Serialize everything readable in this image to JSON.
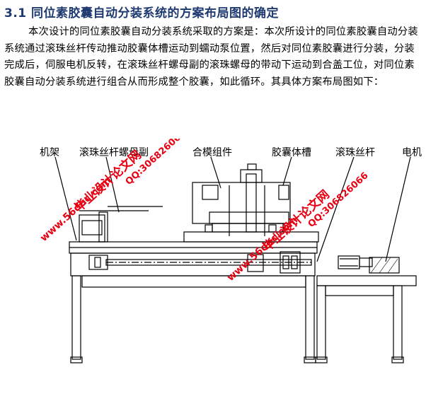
{
  "heading": "3.1 同位素胶囊自动分装系统的方案布局图的确定",
  "paragraph": "本次设计的同位素胶囊自动分装系统采取的方案是：本次所设计的同位素胶囊自动分装系统通过滚珠丝杆传动推动胶囊体槽运动到蠕动泵位置，然后对同位素胶囊进行分装，分装完成后，伺服电机反转，在滚珠丝杆螺母副的滚珠螺母的带动下运动到合盖工位，对同位素胶囊自动分装系统进行组合从而形成整个胶囊，如此循环。其具体方案布局图如下：",
  "figure": {
    "labels": {
      "frame": "机架",
      "ball_screw_nut": "滚珠丝杆螺母副",
      "closing_assembly": "合模组件",
      "capsule_slot": "胶囊体槽",
      "ball_screw": "滚珠丝杆",
      "motor": "电机"
    },
    "watermarks": {
      "site": "www.56doc.com",
      "qq": "QQ:306826066",
      "brand": "毕业设计论文网"
    }
  }
}
